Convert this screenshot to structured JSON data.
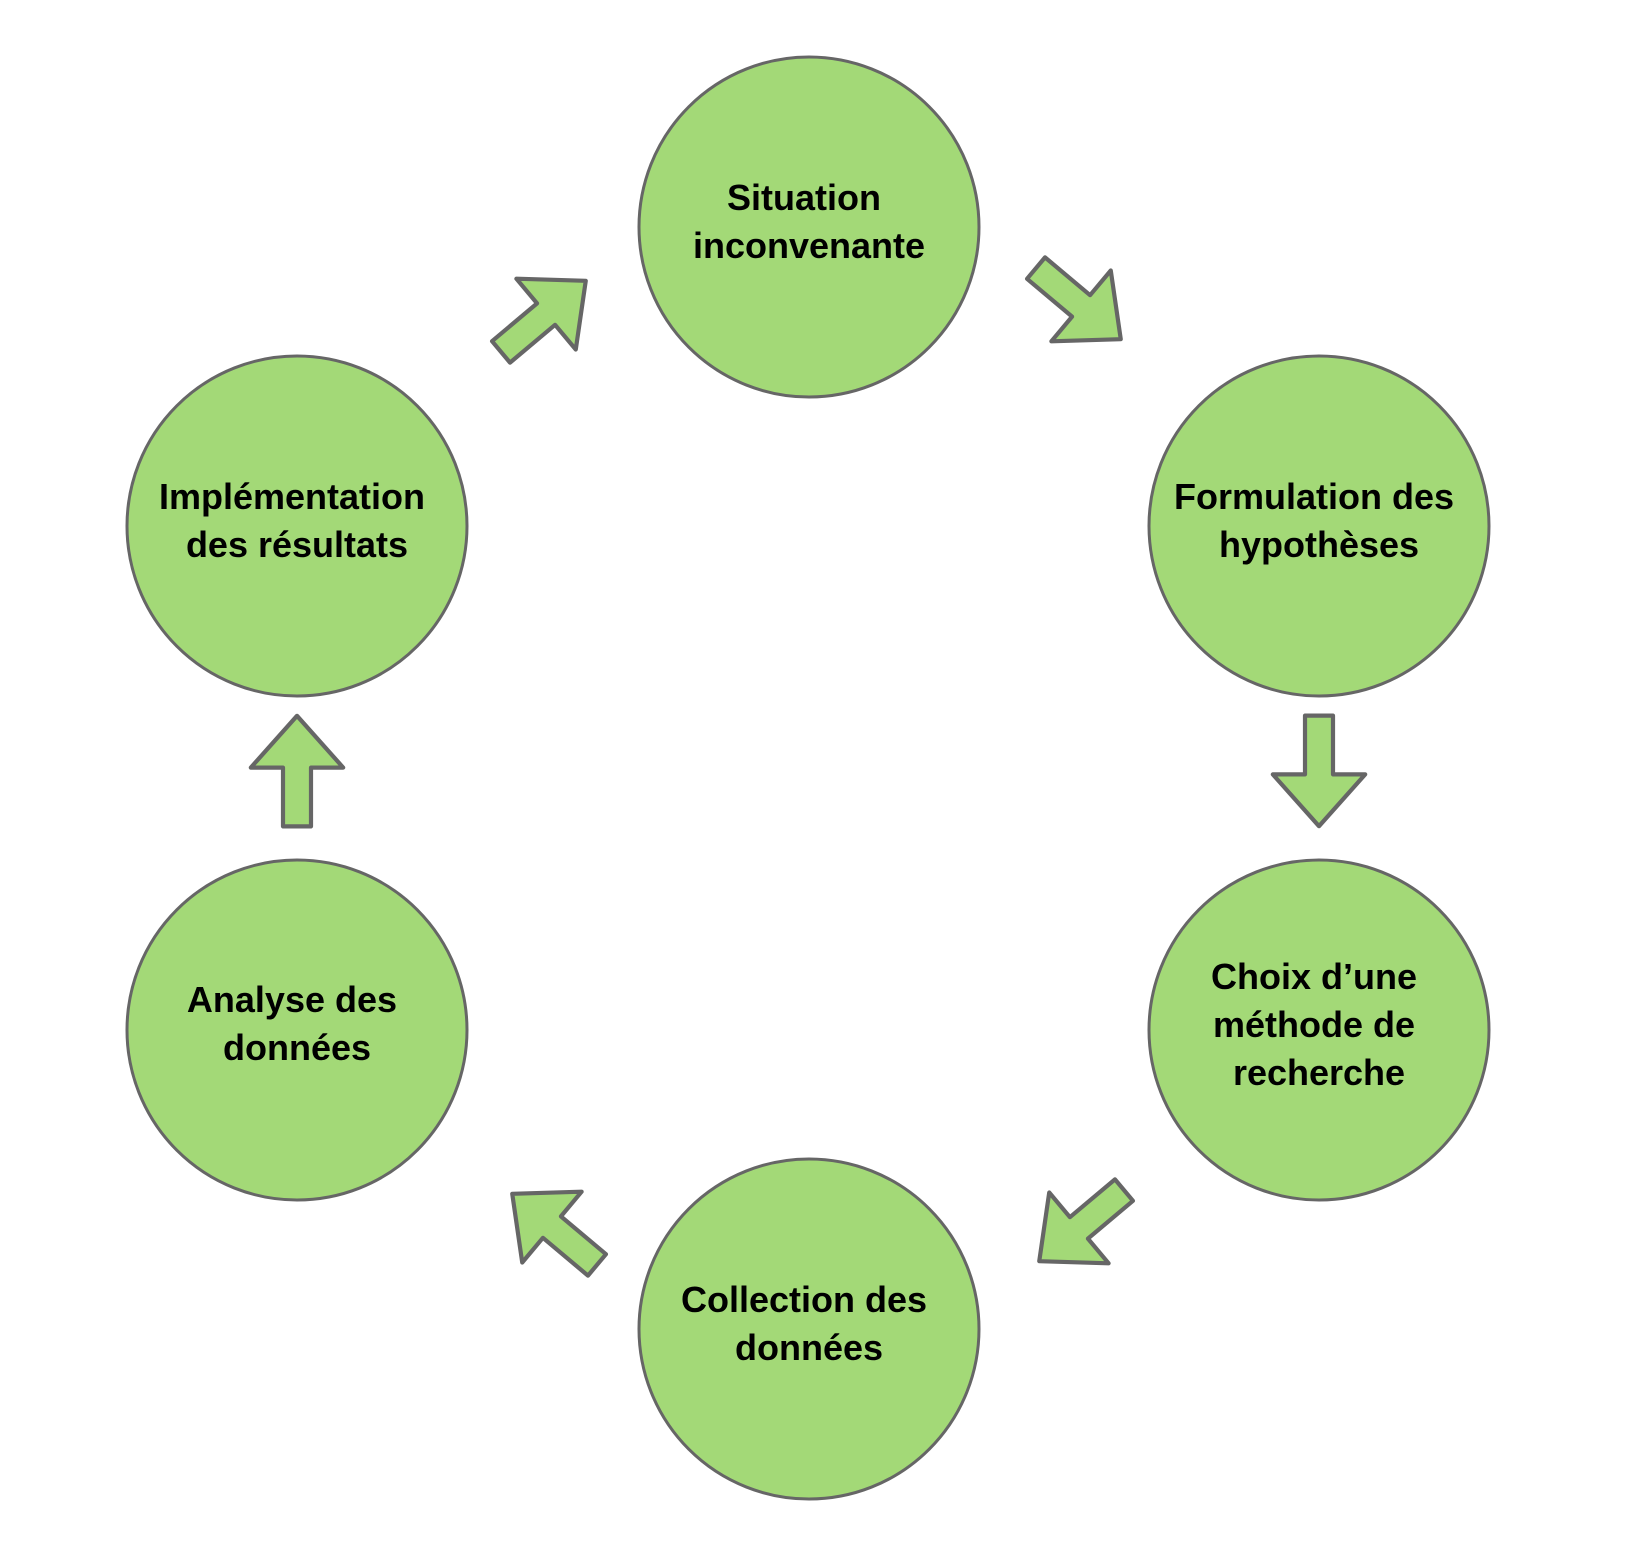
{
  "colors": {
    "node_fill": "#a3d977",
    "node_stroke": "#666666",
    "text": "#000000",
    "background": "#ffffff"
  },
  "diagram": {
    "type": "cycle",
    "direction": "clockwise",
    "steps": [
      {
        "id": "situation",
        "label": [
          "Situation",
          "inconvenante"
        ]
      },
      {
        "id": "formulation",
        "label": [
          "Formulation des",
          "hypothèses"
        ]
      },
      {
        "id": "choix",
        "label": [
          "Choix d’une",
          "méthode de",
          "recherche"
        ]
      },
      {
        "id": "collection",
        "label": [
          "Collection des",
          "données"
        ]
      },
      {
        "id": "analyse",
        "label": [
          "Analyse des",
          "données"
        ]
      },
      {
        "id": "implementation",
        "label": [
          "Implémentation",
          "des résultats"
        ]
      }
    ],
    "arrows": [
      {
        "from": "situation",
        "to": "formulation",
        "icon": "arrow-down-right-icon"
      },
      {
        "from": "formulation",
        "to": "choix",
        "icon": "arrow-down-icon"
      },
      {
        "from": "choix",
        "to": "collection",
        "icon": "arrow-down-left-icon"
      },
      {
        "from": "collection",
        "to": "analyse",
        "icon": "arrow-up-left-icon"
      },
      {
        "from": "analyse",
        "to": "implementation",
        "icon": "arrow-up-icon"
      },
      {
        "from": "implementation",
        "to": "situation",
        "icon": "arrow-up-right-icon"
      }
    ]
  }
}
